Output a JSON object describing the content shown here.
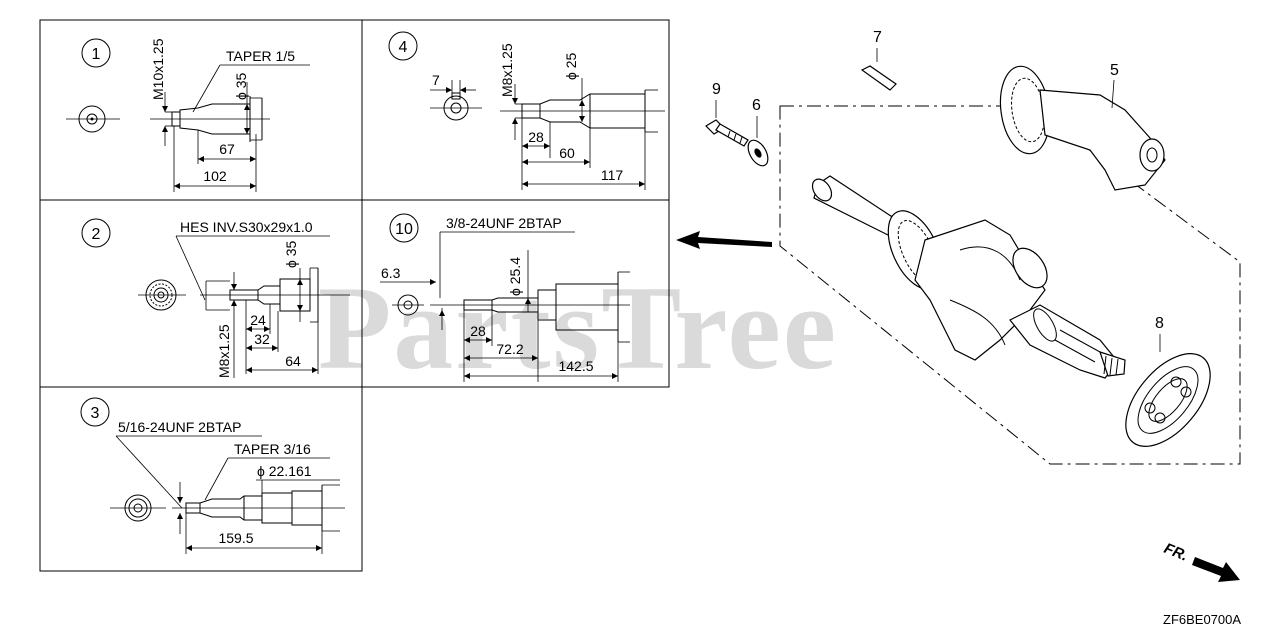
{
  "watermark": "PartsTree",
  "diagram_code": "ZF6BE0700A",
  "front_marker": "FR.",
  "panels": {
    "p1": {
      "num": "1",
      "thread": "M10x1.25",
      "taper": "TAPER 1/5",
      "dia": "ϕ 35",
      "d1": "67",
      "d2": "102"
    },
    "p2": {
      "num": "2",
      "spline": "HES INV.S30x29x1.0",
      "dia": "ϕ 35",
      "thread": "M8x1.25",
      "d1": "24",
      "d2": "32",
      "d3": "64"
    },
    "p3": {
      "num": "3",
      "thread": "5/16-24UNF 2BTAP",
      "taper": "TAPER 3/16",
      "dia": "ϕ 22.161",
      "d1": "159.5"
    },
    "p4": {
      "num": "4",
      "key": "7",
      "thread": "M8x1.25",
      "dia": "ϕ 25",
      "d1": "28",
      "d2": "60",
      "d3": "117"
    },
    "p10": {
      "num": "10",
      "thread": "3/8-24UNF 2BTAP",
      "dia": "ϕ 25.4",
      "d0": "6.3",
      "d1": "28",
      "d2": "72.2",
      "d3": "142.5"
    }
  },
  "callouts": {
    "c5": "5",
    "c6": "6",
    "c7": "7",
    "c8": "8",
    "c9": "9"
  }
}
